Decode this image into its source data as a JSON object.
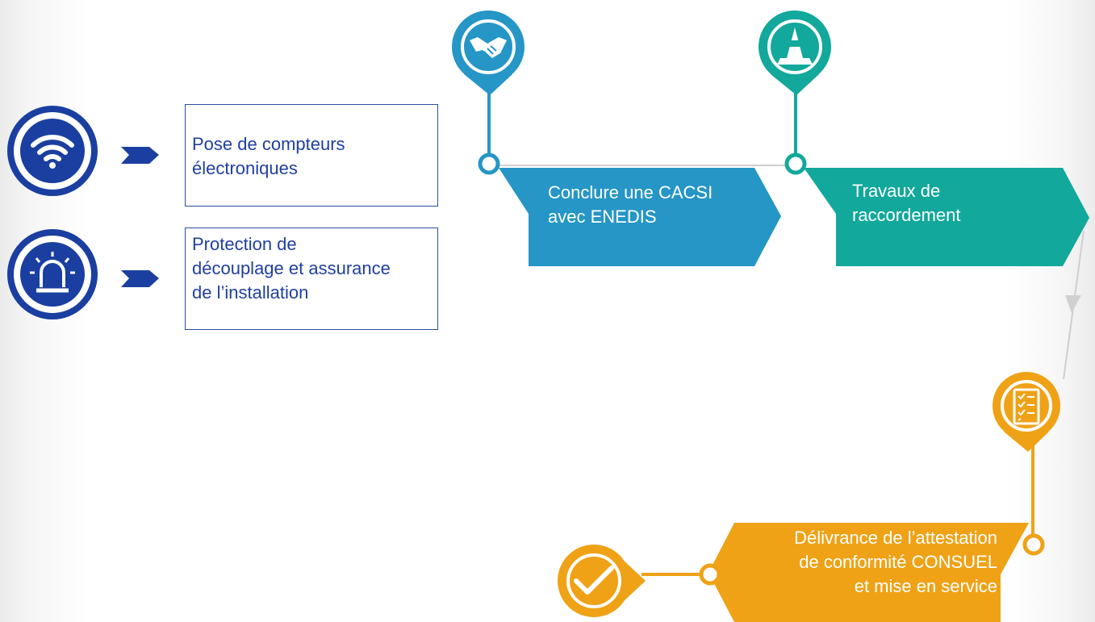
{
  "colors": {
    "navy": "#1a3fa0",
    "blue": "#2596c6",
    "teal": "#12a89c",
    "orange": "#efa216",
    "connector": "#cfcfcf"
  },
  "left_items": [
    {
      "text": "Pose de compteurs électroniques",
      "lines": [
        "Pose de compteurs",
        "électroniques"
      ],
      "icon": "wifi-icon"
    },
    {
      "text": "Protection de découplage et assurance de l’installation",
      "lines": [
        "Protection de",
        "découplage et assurance",
        "de l’installation"
      ],
      "icon": "siren-icon"
    }
  ],
  "steps": [
    {
      "lines": [
        "Conclure une CACSI",
        "avec ENEDIS"
      ],
      "icon": "handshake-icon",
      "color": "#2596c6"
    },
    {
      "lines": [
        "Travaux de",
        "raccordement"
      ],
      "icon": "traffic-cone-icon",
      "color": "#12a89c"
    },
    {
      "lines": [
        "Délivrance de l’attestation",
        "de conformité CONSUEL",
        "et mise en service"
      ],
      "icon": "checklist-icon",
      "color": "#efa216"
    }
  ],
  "final_icon": "checkmark-icon"
}
